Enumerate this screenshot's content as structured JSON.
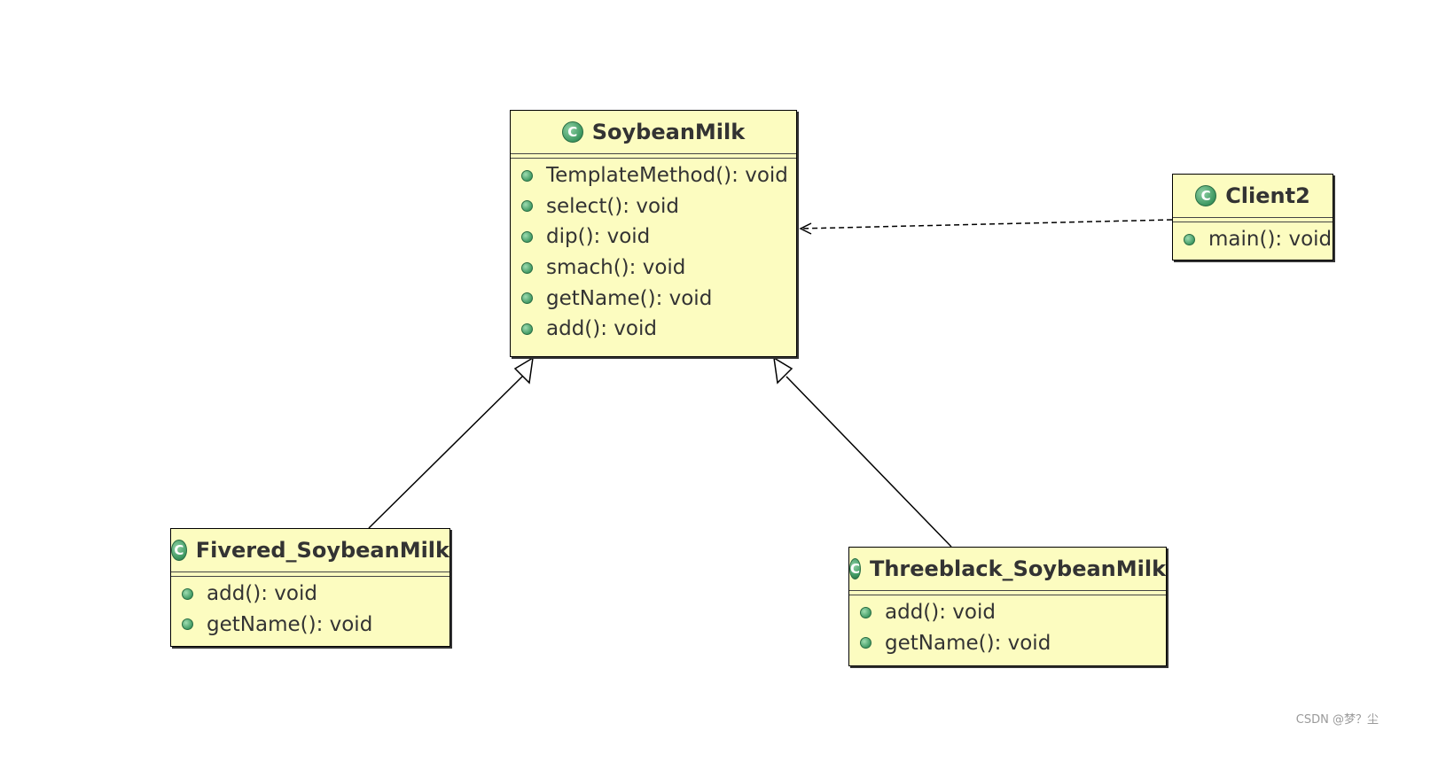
{
  "diagram": {
    "classes": [
      {
        "id": "soybeanmilk",
        "name": "SoybeanMilk",
        "icon": "class-icon",
        "methods": [
          "TemplateMethod(): void",
          "select(): void",
          "dip(): void",
          "smach(): void",
          "getName(): void",
          "add(): void"
        ]
      },
      {
        "id": "client2",
        "name": "Client2",
        "icon": "class-icon",
        "methods": [
          "main(): void"
        ]
      },
      {
        "id": "fivered",
        "name": "Fivered_SoybeanMilk",
        "icon": "class-icon",
        "methods": [
          "add(): void",
          "getName(): void"
        ]
      },
      {
        "id": "threeblack",
        "name": "Threeblack_SoybeanMilk",
        "icon": "class-icon",
        "methods": [
          "add(): void",
          "getName(): void"
        ]
      }
    ],
    "relations": [
      {
        "type": "dependency",
        "from": "client2",
        "to": "soybeanmilk"
      },
      {
        "type": "generalization",
        "from": "fivered",
        "to": "soybeanmilk"
      },
      {
        "type": "generalization",
        "from": "threeblack",
        "to": "soybeanmilk"
      }
    ],
    "colors": {
      "class_fill": "#fcfcc0",
      "icon_green": "#3c9760",
      "text": "#333333"
    }
  },
  "watermark": "CSDN @梦？尘"
}
